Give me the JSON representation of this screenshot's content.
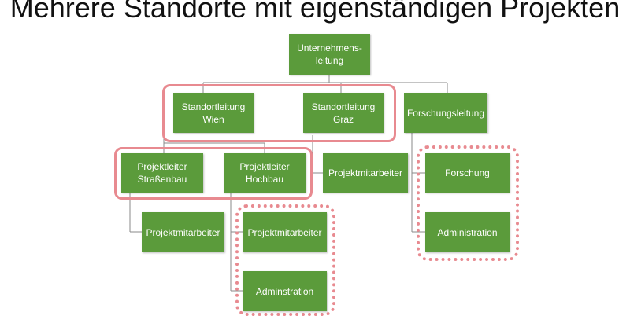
{
  "title": "Mehrere Standorte mit eigenständigen Projekten",
  "nodes": {
    "unternehmensleitung": "Unternehmens-\nleitung",
    "standortleitung_wien": "Standortleitung\nWien",
    "standortleitung_graz": "Standortleitung\nGraz",
    "forschungsleitung": "Forschungsleitung",
    "projektleiter_strassenbau": "Projektleiter\nStraßenbau",
    "projektleiter_hochbau": "Projektleiter\nHochbau",
    "projektmitarbeiter_graz": "Projektmitarbeiter",
    "forschung": "Forschung",
    "projektmitarbeiter_strassenbau": "Projektmitarbeiter",
    "projektmitarbeiter_hochbau": "Projektmitarbeiter",
    "administration_forschung": "Administration",
    "adminstration_hochbau": "Adminstration"
  },
  "colors": {
    "box": "#5b9b3b",
    "box_text": "#ffffff",
    "connector": "#8a8a8a",
    "highlight": "#e88a90"
  }
}
